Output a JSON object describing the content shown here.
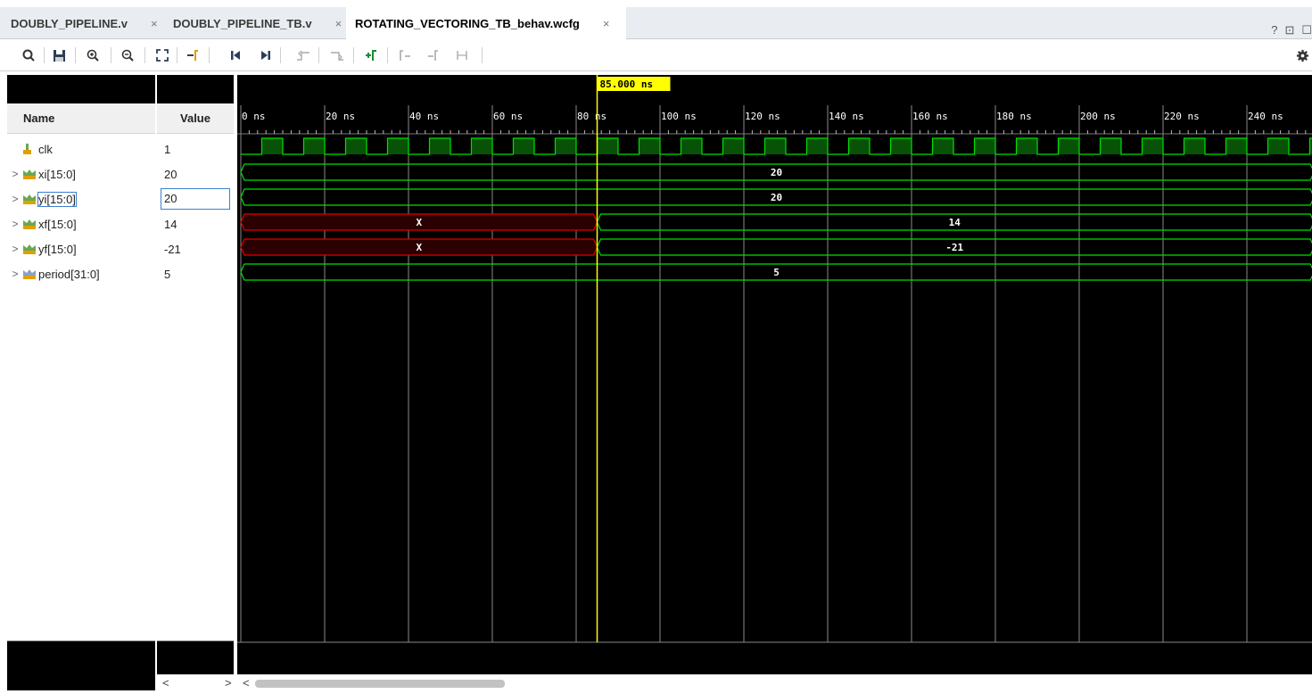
{
  "tabs": [
    {
      "label": "DOUBLY_PIPELINE.v",
      "close": "×",
      "active": false
    },
    {
      "label": "DOUBLY_PIPELINE_TB.v",
      "close": "×",
      "active": false
    },
    {
      "label": "ROTATING_VECTORING_TB_behav.wcfg",
      "close": "×",
      "active": true
    }
  ],
  "window_icons": {
    "help": "?",
    "restore": "⊡",
    "max": "☐"
  },
  "toolbar": {
    "icons": [
      "search-icon",
      "save-icon",
      "zoom-in-icon",
      "zoom-out-icon",
      "zoom-fit-icon",
      "go-to-cursor-icon",
      "go-to-start-icon",
      "go-to-end-icon",
      "previous-transition-icon",
      "next-transition-icon",
      "add-marker-icon",
      "previous-marker-icon",
      "next-marker-icon",
      "swap-cursors-icon",
      "settings-icon"
    ]
  },
  "headers": {
    "name": "Name",
    "value": "Value"
  },
  "signals": [
    {
      "name": "clk",
      "value": "1",
      "type": "bit",
      "expandable": false
    },
    {
      "name": "xi[15:0]",
      "value": "20",
      "type": "bus",
      "expandable": true
    },
    {
      "name": "yi[15:0]",
      "value": "20",
      "type": "bus",
      "expandable": true
    },
    {
      "name": "xf[15:0]",
      "value": "14",
      "type": "bus",
      "expandable": true
    },
    {
      "name": "yf[15:0]",
      "value": "-21",
      "type": "bus",
      "expandable": true
    },
    {
      "name": "period[31:0]",
      "value": "5",
      "type": "bus",
      "expandable": true
    }
  ],
  "cursor": {
    "time": 85.0,
    "label": "85.000 ns"
  },
  "timeline": {
    "ticks": [
      0,
      20,
      40,
      60,
      80,
      100,
      120,
      140,
      160,
      180,
      200,
      220,
      240
    ],
    "tick_labels": [
      "0 ns",
      "20 ns",
      "40 ns",
      "60 ns",
      "80 ns",
      "100 ns",
      "120 ns",
      "140 ns",
      "160 ns",
      "180 ns",
      "200 ns",
      "220 ns",
      "240 ns"
    ],
    "clock_period_ns": 10
  },
  "waves": [
    {
      "segments": [
        {
          "from": 0,
          "to": 256,
          "text": "20",
          "state": "valid"
        }
      ]
    },
    {
      "segments": [
        {
          "from": 0,
          "to": 256,
          "text": "20",
          "state": "valid"
        }
      ]
    },
    {
      "segments": [
        {
          "from": 0,
          "to": 85,
          "text": "X",
          "state": "unknown"
        },
        {
          "from": 85,
          "to": 256,
          "text": "14",
          "state": "valid"
        }
      ]
    },
    {
      "segments": [
        {
          "from": 0,
          "to": 85,
          "text": "X",
          "state": "unknown"
        },
        {
          "from": 85,
          "to": 256,
          "text": "-21",
          "state": "valid"
        }
      ]
    },
    {
      "segments": [
        {
          "from": 0,
          "to": 256,
          "text": "5",
          "state": "valid"
        }
      ]
    }
  ],
  "scroll": {
    "left": "<",
    "right": ">",
    "left2": "<"
  },
  "colors": {
    "valid": "#00e000",
    "unknown": "#e00000",
    "cursor": "#ffff00",
    "grid": "#8a8a8a"
  }
}
